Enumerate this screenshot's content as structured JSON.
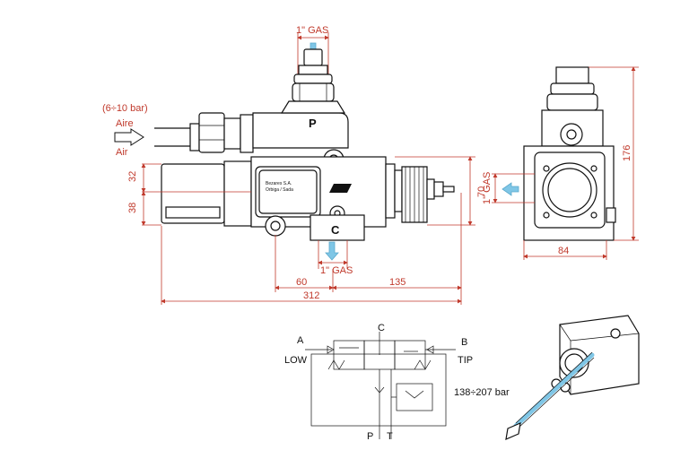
{
  "colors": {
    "dimension": "#c0392b",
    "outline": "#111111",
    "flow_arrow": "#7fc6e6"
  },
  "front_view": {
    "port_top_label": "1\" GAS",
    "port_bottom_label": "1\" GAS",
    "pressure_range_label": "(6÷10 bar)",
    "air_label_es": "Aire",
    "air_label_en": "Air",
    "port_p_label": "P",
    "port_c_label": "C",
    "dim_32": "32",
    "dim_38": "38",
    "dim_70": "70",
    "dim_60": "60",
    "dim_135": "135",
    "dim_312": "312",
    "nameplate_brand": "Bezares S.A.",
    "nameplate_sub": "Orbiga / Sada"
  },
  "side_view": {
    "port_label": "1\" GAS",
    "dim_176": "176",
    "dim_84": "84"
  },
  "schematic": {
    "label_a": "A",
    "label_b": "B",
    "label_c": "C",
    "label_low": "LOW",
    "label_tip": "TIP",
    "label_p": "P",
    "label_t": "T",
    "relief_pressure": "138÷207 bar"
  },
  "perspective": {
    "icon": "valve-lever-perspective-icon"
  }
}
